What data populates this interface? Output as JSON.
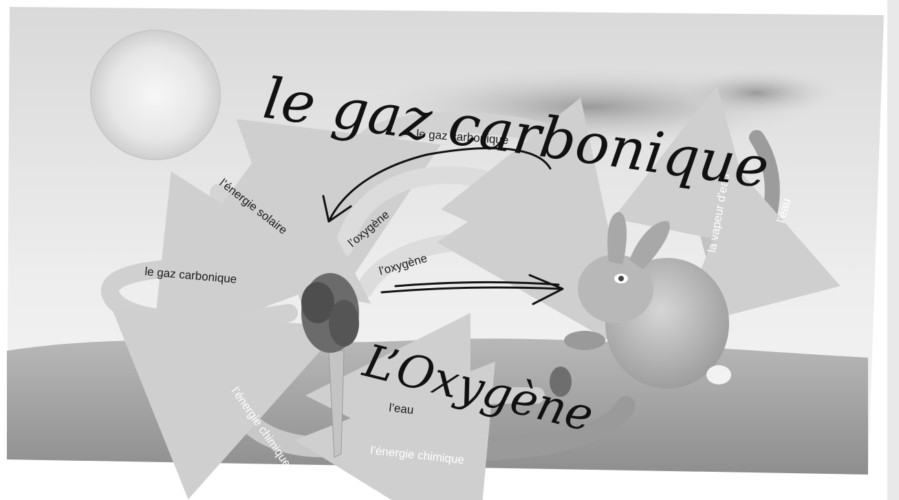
{
  "diagram": {
    "labels": {
      "co2_top": "le gaz carbonique",
      "co2_left": "le gaz carbonique",
      "oxygen_upper": "l’oxygène",
      "oxygen_lower": "l’oxygène",
      "solar_energy": "l’énergie solaire",
      "water_vapour": "la vapeur d’eau",
      "water_right": "l’eau",
      "water_bottom": "l’eau",
      "chem_energy_left": "l’énergie chimique",
      "chem_energy_bottom": "l’énergie chimique"
    },
    "handwritten": {
      "top": "le gaz carbonique",
      "bottom": "L’Oxygène"
    }
  }
}
